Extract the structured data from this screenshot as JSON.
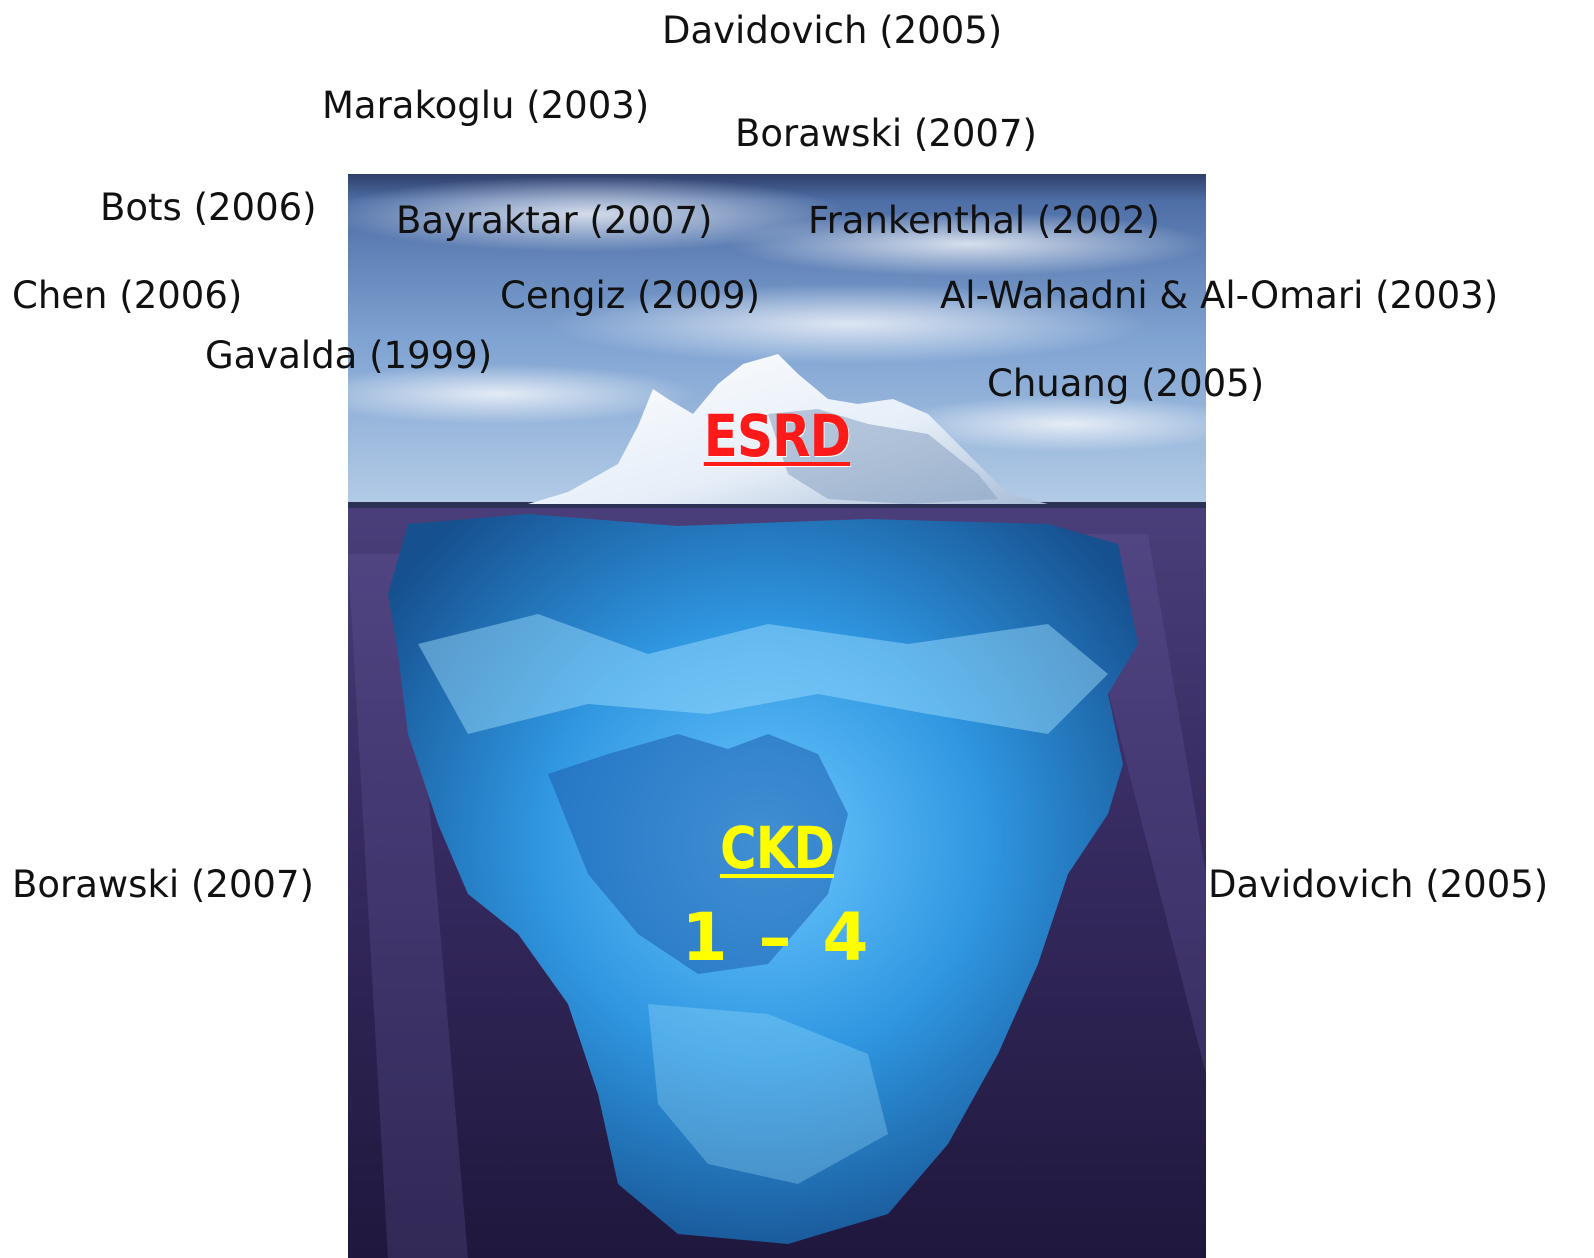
{
  "figure": {
    "labels": {
      "above_water": "ESRD",
      "below_water": "CKD",
      "below_water_stages": "1 – 4"
    },
    "colors": {
      "esrd_label": "#ff1a1a",
      "ckd_label": "#ffff00",
      "sky": "#6f93c4",
      "ice_above": "#f2f6fb",
      "ice_below": "#39a3e6",
      "deep_water": "#2a1f4a"
    }
  },
  "citations": {
    "davidovich_2005_top": "Davidovich (2005)",
    "marakoglu_2003": "Marakoglu (2003)",
    "borawski_2007_top": "Borawski (2007)",
    "bots_2006": "Bots (2006)",
    "bayraktar_2007": "Bayraktar (2007)",
    "frankenthal_2002": "Frankenthal (2002)",
    "chen_2006": "Chen (2006)",
    "cengiz_2009": "Cengiz (2009)",
    "al_wahadni_2003": "Al-Wahadni & Al-Omari (2003)",
    "gavalda_1999": "Gavalda (1999)",
    "chuang_2005": "Chuang (2005)",
    "borawski_2007_bottom": "Borawski (2007)",
    "davidovich_2005_bottom": "Davidovich (2005)"
  }
}
